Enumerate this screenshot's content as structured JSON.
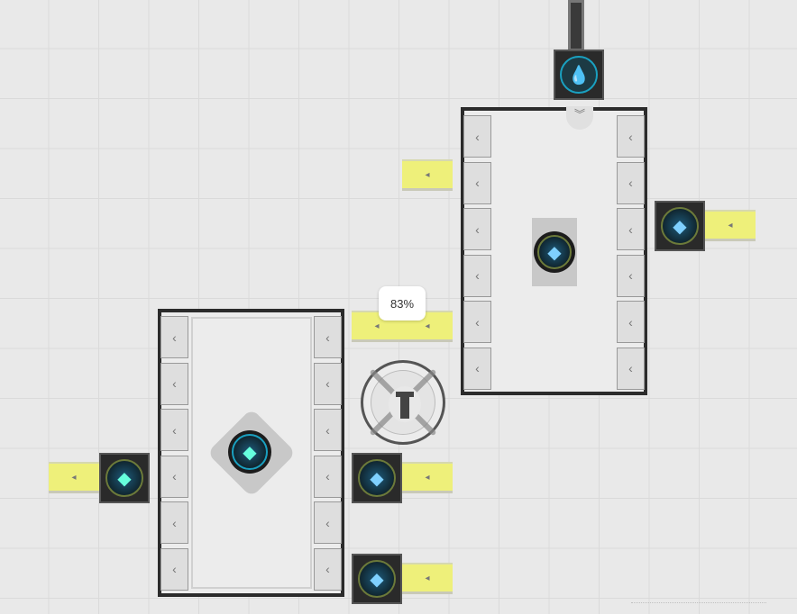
{
  "tooltip": {
    "progress_label": "83%",
    "progress": 0.83
  },
  "icons": {
    "water": "water-drop-icon",
    "item": "crystal-item-icon",
    "tool": "tool-station-icon",
    "slot_arrow": "‹",
    "belt_arrow": "◂"
  },
  "colors": {
    "belt": "#eef07a",
    "machine_border": "#2b2b2b",
    "node": "#2a2a2a",
    "accent": "#1aa0c0"
  },
  "machines": [
    {
      "slots_per_column": 6
    },
    {
      "slots_per_column": 6
    }
  ]
}
